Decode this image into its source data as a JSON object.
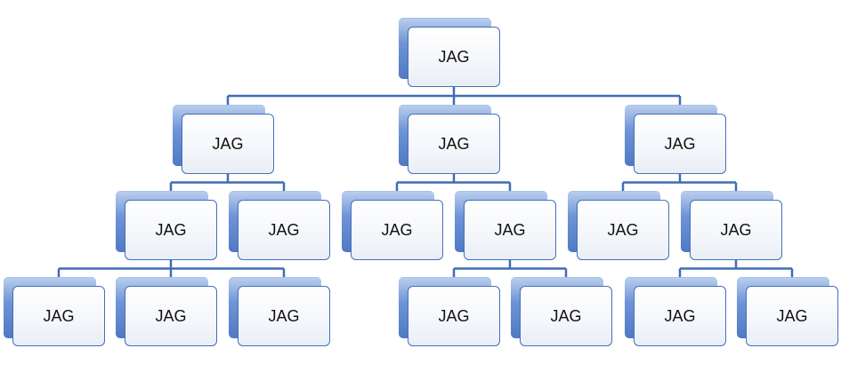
{
  "colors": {
    "connector": "#3f6db5",
    "box_border": "#4470b8",
    "shadow": "#5b82c9"
  },
  "nodes": {
    "root": "JAG",
    "l1_left": "JAG",
    "l1_mid": "JAG",
    "l1_right": "JAG",
    "l2_a": "JAG",
    "l2_b": "JAG",
    "l2_c": "JAG",
    "l2_d": "JAG",
    "l2_e": "JAG",
    "l2_f": "JAG",
    "l3_a": "JAG",
    "l3_b": "JAG",
    "l3_c": "JAG",
    "l3_d": "JAG",
    "l3_e": "JAG",
    "l3_f": "JAG",
    "l3_g": "JAG"
  },
  "edges": [
    [
      "root",
      "l1_left"
    ],
    [
      "root",
      "l1_mid"
    ],
    [
      "root",
      "l1_right"
    ],
    [
      "l1_left",
      "l2_a"
    ],
    [
      "l1_left",
      "l2_b"
    ],
    [
      "l1_mid",
      "l2_c"
    ],
    [
      "l1_mid",
      "l2_d"
    ],
    [
      "l1_right",
      "l2_e"
    ],
    [
      "l1_right",
      "l2_f"
    ],
    [
      "l2_a",
      "l3_a"
    ],
    [
      "l2_a",
      "l3_b"
    ],
    [
      "l2_a",
      "l3_c"
    ],
    [
      "l2_d",
      "l3_d"
    ],
    [
      "l2_d",
      "l3_e"
    ],
    [
      "l2_f",
      "l3_f"
    ],
    [
      "l2_f",
      "l3_g"
    ]
  ]
}
